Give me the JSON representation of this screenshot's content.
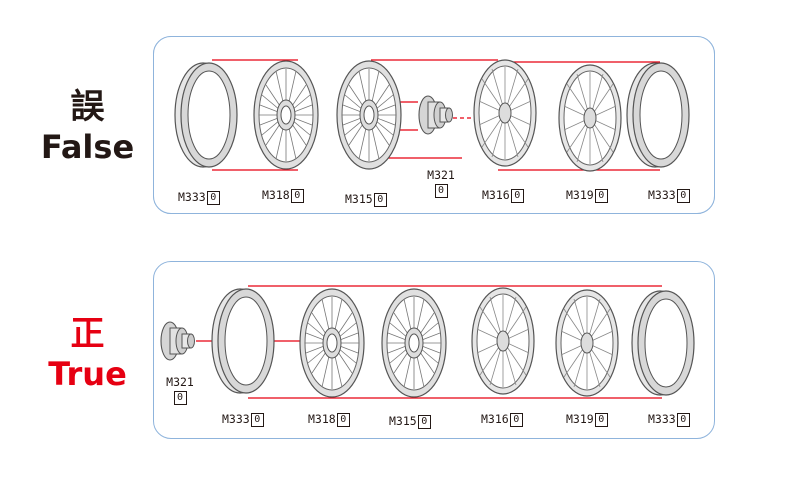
{
  "false_row": {
    "kanji": "誤",
    "word": "False",
    "parts": [
      {
        "code": "M333",
        "qty": "0"
      },
      {
        "code": "M318",
        "qty": "0"
      },
      {
        "code": "M315",
        "qty": "0"
      },
      {
        "code": "M321",
        "qty": "0"
      },
      {
        "code": "M316",
        "qty": "0"
      },
      {
        "code": "M319",
        "qty": "0"
      },
      {
        "code": "M333",
        "qty": "0"
      }
    ]
  },
  "true_row": {
    "kanji": "正",
    "word": "True",
    "parts": [
      {
        "code": "M321",
        "qty": "0"
      },
      {
        "code": "M333",
        "qty": "0"
      },
      {
        "code": "M318",
        "qty": "0"
      },
      {
        "code": "M315",
        "qty": "0"
      },
      {
        "code": "M316",
        "qty": "0"
      },
      {
        "code": "M319",
        "qty": "0"
      },
      {
        "code": "M333",
        "qty": "0"
      }
    ]
  },
  "colors": {
    "correct": "#e60012",
    "wrong": "#231815",
    "panel_border": "#8fb4dc",
    "guide_line": "#e60012"
  },
  "icons": [
    "tire-rim-icon",
    "spoke-wheel-icon",
    "wheel-hub-icon"
  ]
}
